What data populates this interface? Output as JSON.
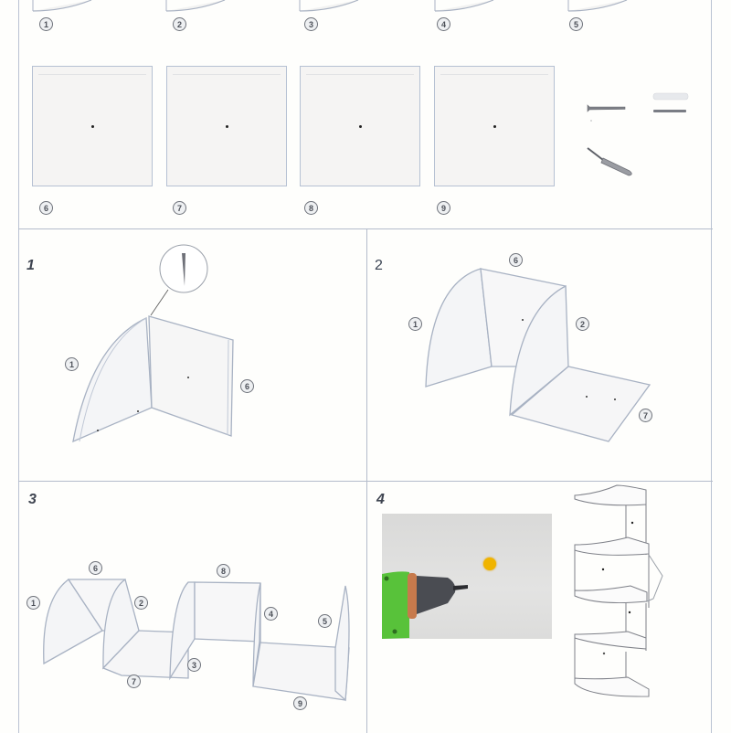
{
  "document": {
    "type": "assembly-instructions",
    "parts_row_top": {
      "part_labels": [
        "1",
        "2",
        "3",
        "4",
        "5"
      ]
    },
    "parts_row_bottom": {
      "part_labels": [
        "6",
        "7",
        "8",
        "9"
      ],
      "hardware": [
        "screw",
        "wall-anchor",
        "screw-short",
        "screwdriver"
      ]
    },
    "steps": [
      {
        "number": "1",
        "callouts": [
          "1",
          "6"
        ],
        "detail": "screw-detail"
      },
      {
        "number": "2",
        "callouts": [
          "6",
          "1",
          "2",
          "7"
        ]
      },
      {
        "number": "3",
        "callouts": [
          "6",
          "1",
          "2",
          "8",
          "4",
          "5",
          "3",
          "7",
          "9"
        ]
      },
      {
        "number": "4",
        "description_visual": "drill-wall-and-mount-shelf"
      }
    ],
    "colors": {
      "border": "#b4bccb",
      "panel_fill": "#f5f4f3",
      "panel_edge": "#b6c1d3",
      "drill_green": "#58c23a",
      "drill_copper": "#c77a4c",
      "wall_marker": "#f0b400"
    }
  }
}
